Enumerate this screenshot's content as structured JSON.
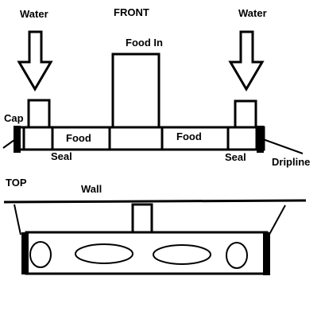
{
  "labels": {
    "front": "FRONT",
    "water_left": "Water",
    "water_right": "Water",
    "food_in": "Food In",
    "cap": "Cap",
    "food_left": "Food",
    "food_right": "Food",
    "seal_left": "Seal",
    "seal_right": "Seal",
    "dripline": "Dripline",
    "top": "TOP",
    "wall": "Wall"
  },
  "colors": {
    "ink": "#000000",
    "background": "#ffffff"
  }
}
